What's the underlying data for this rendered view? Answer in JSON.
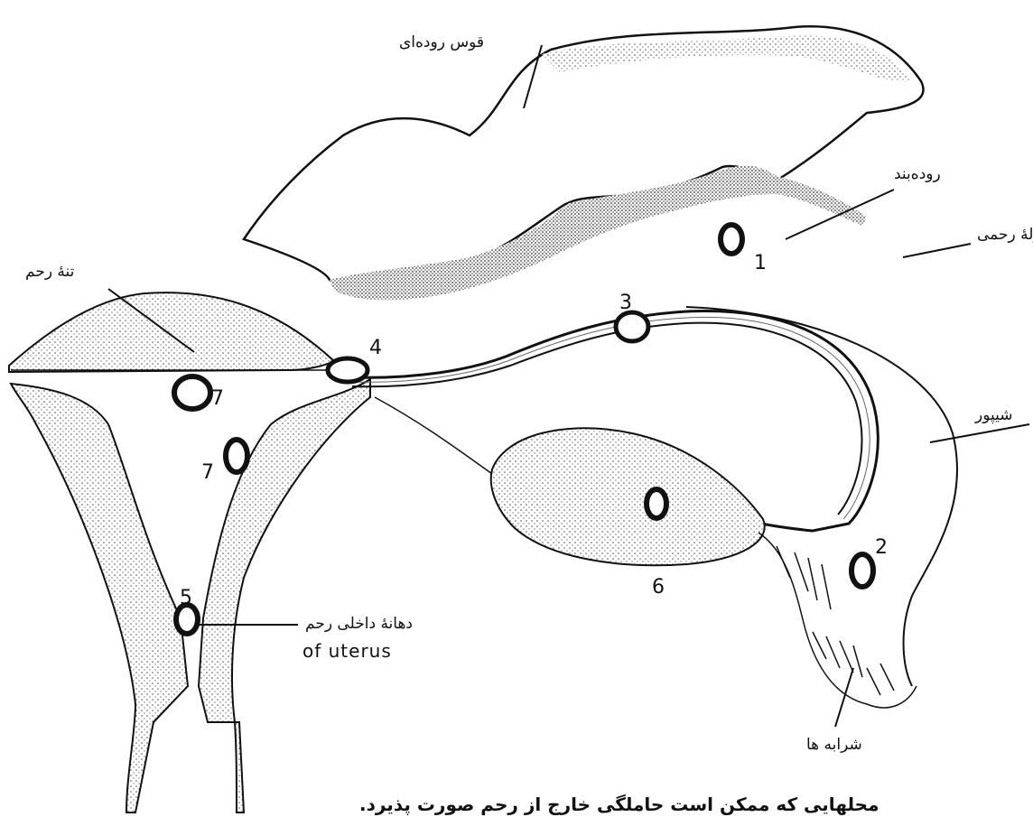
{
  "labels": {
    "intestinal_arch": "قوس روده‌ای",
    "mesentery": "روده‌بند",
    "uterine_body": "تنهٔ رحم",
    "uterine_tube": "لولهٔ رحمی",
    "infundibulum": "شیپور",
    "internal_os": "دهانهٔ داخلی رحم",
    "internal_os_en": "of uterus",
    "fimbriae": "شرابه ها"
  },
  "sites": {
    "s1": "1",
    "s2": "2",
    "s3": "3",
    "s4": "4",
    "s5": "5",
    "s6": "6",
    "s7a": "7",
    "s7b": "7"
  },
  "caption": "محلهایی که ممکن است حاملگی خارج از رحم صورت پذیرد."
}
